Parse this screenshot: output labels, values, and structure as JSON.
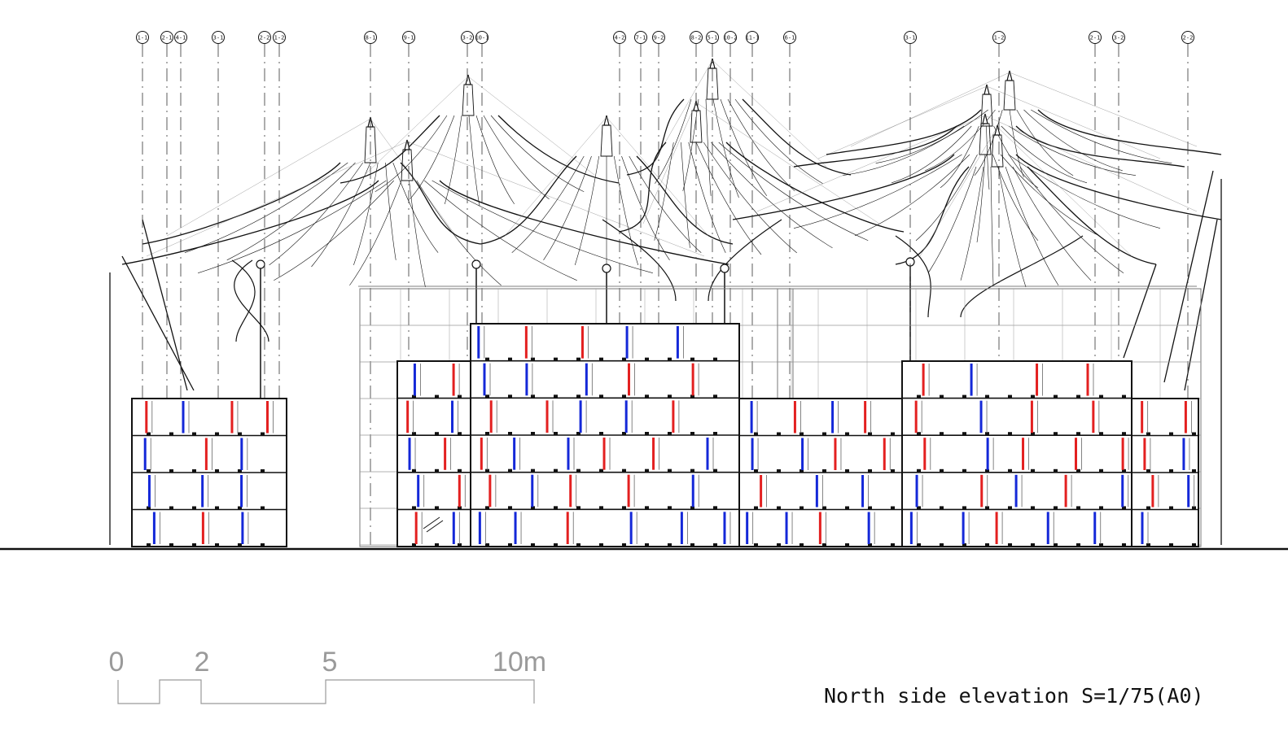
{
  "grid_markers": [
    "1-1",
    "2-1",
    "4-1",
    "3-1",
    "2-2",
    "1-2",
    "8-1",
    "9-1",
    "3-2",
    "10-1",
    "4-2",
    "7-1",
    "9-2",
    "8-2",
    "5-1",
    "10-2",
    "11-1",
    "6-1",
    "3-1",
    "1-2",
    "2-1",
    "3-2",
    "2-2"
  ],
  "scale_bar": {
    "labels": [
      "0",
      "2",
      "5",
      "10m"
    ]
  },
  "caption": "North side elevation S=1/75(A0)",
  "colors": {
    "line": "#111111",
    "red": "#e32020",
    "blue": "#1428d8",
    "scale": "#9a9a9a"
  },
  "facade": {
    "courses": 4,
    "stripe_pattern": [
      "red",
      "blue"
    ]
  }
}
